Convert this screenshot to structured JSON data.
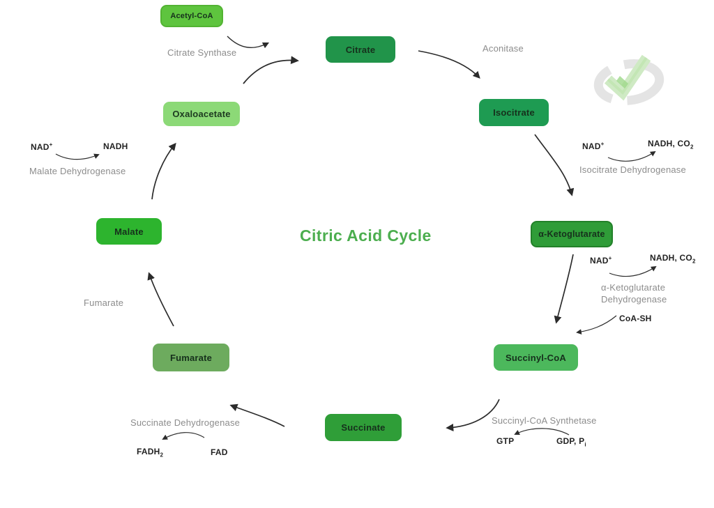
{
  "title": "Citric Acid Cycle",
  "colors": {
    "background": "#ffffff",
    "title_text": "#4cae4f",
    "enzyme_text": "#8c8c8c",
    "cofactor_text": "#222222",
    "arrow": "#2b2b2b",
    "watermark_ring": "#e4e4e4",
    "watermark_check": "#cfeac4"
  },
  "metabolites": [
    {
      "id": "acetyl-coa",
      "label": "Acetyl-CoA",
      "bg": "#5ec43e"
    },
    {
      "id": "citrate",
      "label": "Citrate",
      "bg": "#21944a"
    },
    {
      "id": "isocitrate",
      "label": "Isocitrate",
      "bg": "#1e9b52"
    },
    {
      "id": "alpha-ketoglutarate",
      "label": "α-Ketoglutarate",
      "bg": "#2f9c38"
    },
    {
      "id": "succinyl-coa",
      "label": "Succinyl-CoA",
      "bg": "#4cb85c"
    },
    {
      "id": "succinate",
      "label": "Succinate",
      "bg": "#2f9e38"
    },
    {
      "id": "fumarate",
      "label": "Fumarate",
      "bg": "#6dab5e"
    },
    {
      "id": "malate",
      "label": "Malate",
      "bg": "#2db42e"
    },
    {
      "id": "oxaloacetate",
      "label": "Oxaloacetate",
      "bg": "#8cd977"
    }
  ],
  "enzymes": [
    {
      "id": "citrate-synthase",
      "label": "Citrate Synthase"
    },
    {
      "id": "aconitase",
      "label": "Aconitase"
    },
    {
      "id": "isocitrate-dehydrogenase",
      "label": "Isocitrate Dehydrogenase"
    },
    {
      "id": "akg-dehydrogenase",
      "line1": "α-Ketoglutarate",
      "line2": "Dehydrogenase"
    },
    {
      "id": "succinyl-coa-synthetase",
      "label": "Succinyl-CoA Synthetase"
    },
    {
      "id": "succinate-dehydrogenase",
      "label": "Succinate Dehydrogenase"
    },
    {
      "id": "fumarase-label",
      "label": "Fumarate"
    },
    {
      "id": "malate-dehydrogenase",
      "label": "Malate Dehydrogenase"
    }
  ],
  "cofactors": [
    {
      "id": "nad-malate",
      "base": "NAD",
      "sup": "+"
    },
    {
      "id": "nadh-malate",
      "base": "NADH"
    },
    {
      "id": "nad-isocitrate",
      "base": "NAD",
      "sup": "+"
    },
    {
      "id": "nadhco2-isocitrate",
      "base": "NADH, CO",
      "sub": "2"
    },
    {
      "id": "nad-akg",
      "base": "NAD",
      "sup": "+"
    },
    {
      "id": "nadhco2-akg",
      "base": "NADH, CO",
      "sub": "2"
    },
    {
      "id": "coa-sh",
      "base": "CoA-SH"
    },
    {
      "id": "gtp",
      "base": "GTP"
    },
    {
      "id": "gdp-pi",
      "base": "GDP, P",
      "sub": "i"
    },
    {
      "id": "fadh2",
      "base": "FADH",
      "sub": "2"
    },
    {
      "id": "fad",
      "base": "FAD"
    }
  ]
}
